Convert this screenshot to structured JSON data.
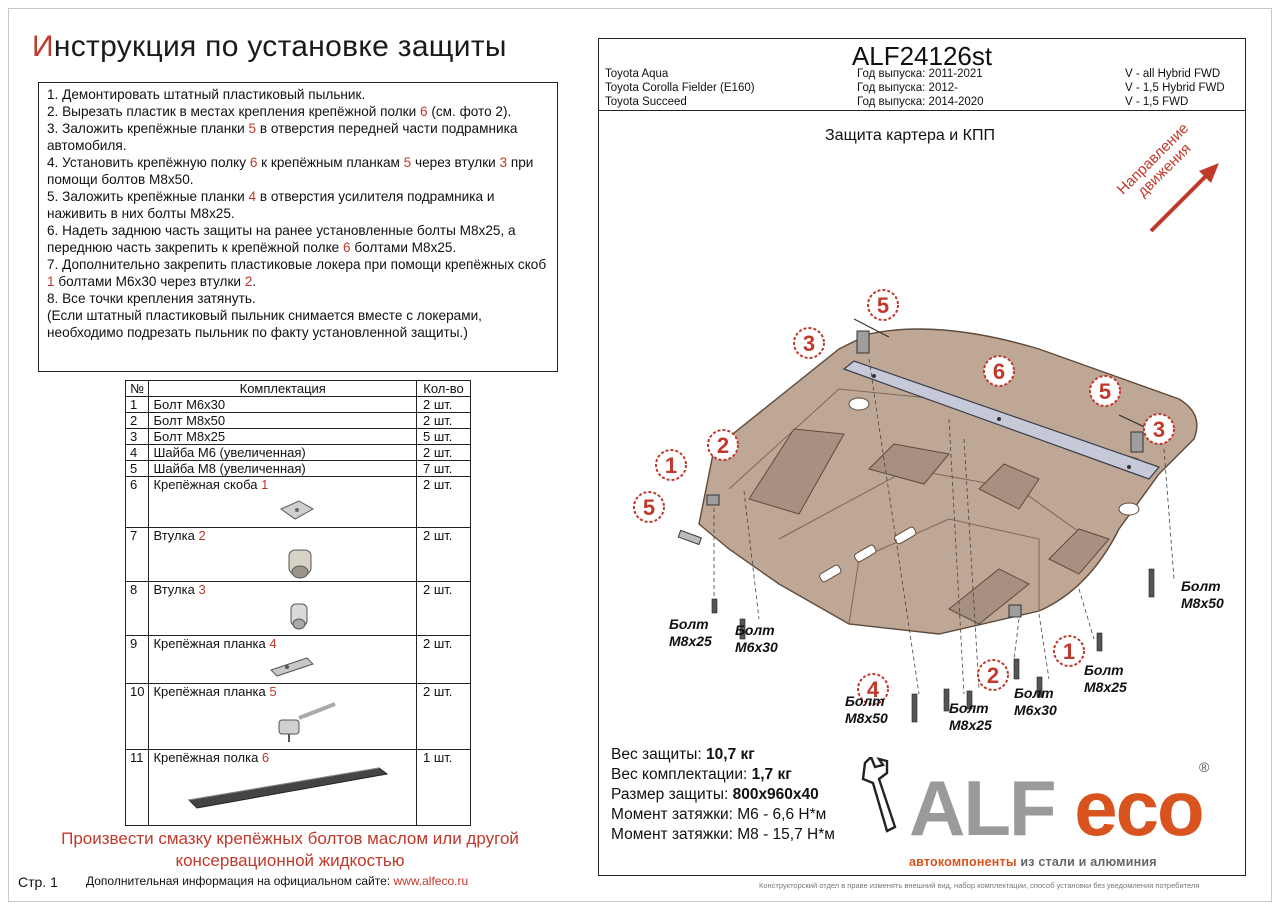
{
  "title": {
    "first_letter": "И",
    "rest": "нструкция по установке защиты"
  },
  "instructions": [
    {
      "parts": [
        {
          "t": "1. Демонтировать штатный пластиковый пыльник."
        }
      ]
    },
    {
      "parts": [
        {
          "t": "2. Вырезать пластик в местах крепления крепёжной полки "
        },
        {
          "t": "6",
          "red": true
        },
        {
          "t": " (см. фото 2)."
        }
      ]
    },
    {
      "parts": [
        {
          "t": "3. Заложить крепёжные планки "
        },
        {
          "t": "5",
          "red": true
        },
        {
          "t": " в отверстия передней части подрамника автомобиля."
        }
      ]
    },
    {
      "parts": [
        {
          "t": "4. Установить крепёжную полку "
        },
        {
          "t": "6",
          "red": true
        },
        {
          "t": " к крепёжным планкам "
        },
        {
          "t": "5",
          "red": true
        },
        {
          "t": " через втулки "
        },
        {
          "t": "3",
          "red": true
        },
        {
          "t": " при помощи болтов М8х50."
        }
      ]
    },
    {
      "parts": [
        {
          "t": "5. Заложить крепёжные планки "
        },
        {
          "t": "4",
          "red": true
        },
        {
          "t": " в отверстия усилителя подрамника и наживить в них болты М8х25."
        }
      ]
    },
    {
      "parts": [
        {
          "t": "6. Надеть заднюю часть защиты на ранее установленные болты М8х25, а переднюю часть закрепить к крепёжной полке "
        },
        {
          "t": "6",
          "red": true
        },
        {
          "t": " болтами М8х25."
        }
      ]
    },
    {
      "parts": [
        {
          "t": "7. Дополнительно закрепить пластиковые локера при помощи крепёжных скоб "
        },
        {
          "t": "1",
          "red": true
        },
        {
          "t": " болтами М6х30 через втулки "
        },
        {
          "t": "2",
          "red": true
        },
        {
          "t": "."
        }
      ]
    },
    {
      "parts": [
        {
          "t": "8. Все точки крепления затянуть."
        }
      ]
    },
    {
      "parts": [
        {
          "t": "(Если штатный пластиковый пыльник снимается вместе с локерами, необходимо подрезать пыльник по факту установленной защиты.)"
        }
      ]
    }
  ],
  "kit_table": {
    "headers": {
      "num": "№",
      "name": "Комплектация",
      "qty": "Кол-во"
    },
    "rows": [
      {
        "num": "1",
        "name": "Болт М6х30",
        "ref": "",
        "qty": "2 шт.",
        "img": ""
      },
      {
        "num": "2",
        "name": "Болт М8х50",
        "ref": "",
        "qty": "2 шт.",
        "img": ""
      },
      {
        "num": "3",
        "name": "Болт М8х25",
        "ref": "",
        "qty": "5 шт.",
        "img": ""
      },
      {
        "num": "4",
        "name": "Шайба М6 (увеличенная)",
        "ref": "",
        "qty": "2 шт.",
        "img": ""
      },
      {
        "num": "5",
        "name": "Шайба М8 (увеличенная)",
        "ref": "",
        "qty": "7 шт.",
        "img": ""
      },
      {
        "num": "6",
        "name": "Крепёжная скоба ",
        "ref": "1",
        "qty": "2 шт.",
        "img": "clip"
      },
      {
        "num": "7",
        "name": "Втулка ",
        "ref": "2",
        "qty": "2 шт.",
        "img": "bush-big"
      },
      {
        "num": "8",
        "name": "Втулка ",
        "ref": "3",
        "qty": "2 шт.",
        "img": "bush-small"
      },
      {
        "num": "9",
        "name": "Крепёжная планка ",
        "ref": "4",
        "qty": "2 шт.",
        "img": "plate-short"
      },
      {
        "num": "10",
        "name": "Крепёжная планка ",
        "ref": "5",
        "qty": "2 шт.",
        "img": "plate-long"
      },
      {
        "num": "11",
        "name": "Крепёжная полка ",
        "ref": "6",
        "qty": "1 шт.",
        "img": "shelf"
      }
    ]
  },
  "lube_note": "Произвести смазку крепёжных болтов маслом или другой консервационной жидкостью",
  "page": "Стр. 1",
  "site_info": {
    "text": "Дополнительная информация на официальном сайте: ",
    "url": "www.alfeco.ru"
  },
  "right": {
    "article": "ALF24126st",
    "models": [
      {
        "name": "Toyota Aqua",
        "year": "Год выпуска: 2011-2021",
        "engine": "V - all Hybrid FWD"
      },
      {
        "name": "Toyota Corolla Fielder (E160)",
        "year": "Год выпуска: 2012-",
        "engine": "V - 1,5 Hybrid FWD"
      },
      {
        "name": "Toyota Succeed",
        "year": "Год выпуска: 2014-2020",
        "engine": "V - 1,5 FWD"
      }
    ],
    "product_name": "Защита картера и КПП",
    "direction": [
      "Направление",
      "движения"
    ],
    "callouts": [
      "1",
      "2",
      "3",
      "4",
      "5",
      "6"
    ],
    "bolt_word": "Болт",
    "bolt_sizes": {
      "m8x25": "М8х25",
      "m6x30": "М6х30",
      "m8x50": "М8х50"
    },
    "specs": [
      {
        "label": "Вес защиты: ",
        "value": "10,7 кг"
      },
      {
        "label": "Вес комплектации: ",
        "value": "1,7 кг"
      },
      {
        "label": "Размер защиты: ",
        "value": "800х960х40"
      },
      {
        "label": "Момент затяжки:  М6 - 6,6 Н*м",
        "value": ""
      },
      {
        "label": "Момент затяжки:  М8 - 15,7 Н*м",
        "value": ""
      }
    ],
    "logo": {
      "alf": "ALF",
      "eco": "eco",
      "reg": "®",
      "sub_orange": "автокомпоненты",
      "sub_grey": " из стали и алюминия"
    },
    "disclaimer": "Конструкторский отдел в праве изменять внешний вид, набор комплектации, способ установки без уведомления потребителя"
  },
  "colors": {
    "accent_red": "#c0392b",
    "logo_orange": "#d9531e",
    "logo_grey": "#9a9a9a",
    "plate_fill": "#bfa795"
  }
}
